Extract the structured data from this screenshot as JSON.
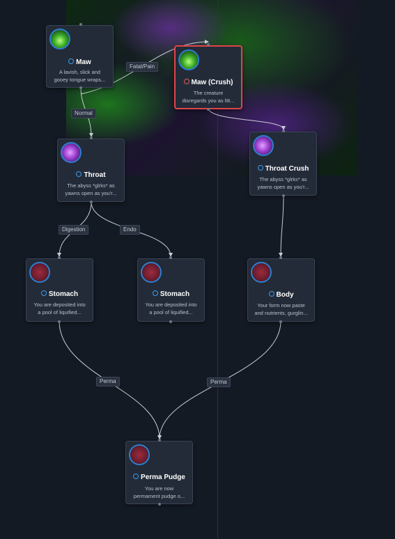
{
  "nodes": {
    "maw": {
      "title": "Maw",
      "desc_line1": "A lavish, slick and",
      "desc_line2": "gooey tongue wraps..."
    },
    "maw_crush": {
      "title": "Maw (Crush)",
      "desc_line1": "The creature",
      "desc_line2": "disregards you as litt..."
    },
    "throat": {
      "title": "Throat",
      "desc_line1": "The abyss *glrks* as",
      "desc_line2": "yawns open as you'r..."
    },
    "throat_crush": {
      "title": "Throat Crush",
      "desc_line1": "The abyss *glrks* as",
      "desc_line2": "yawns open as you'r..."
    },
    "stomach_digest": {
      "title": "Stomach",
      "desc_line1": "You are deposited into",
      "desc_line2": "a pool of liquified..."
    },
    "stomach_endo": {
      "title": "Stomach",
      "desc_line1": "You are deposited into",
      "desc_line2": "a pool of liquified..."
    },
    "body": {
      "title": "Body",
      "desc_line1": "Your form now paste",
      "desc_line2": "and nutrients, gurglin..."
    },
    "perma_pudge": {
      "title": "Perma Pudge",
      "desc_line1": "You are now",
      "desc_line2": "permament pudge o..."
    }
  },
  "edges": {
    "fatal_pain": "Fatal/Pain",
    "normal": "Normal",
    "digestion": "Digestion",
    "endo": "Endo",
    "perma_left": "Perma",
    "perma_right": "Perma"
  },
  "colors": {
    "canvas": "#141a24",
    "node_bg": "#232b38",
    "selected_border": "#e0454a",
    "status_ring": "#3b9bf0",
    "edge": "#c9ced6"
  },
  "icons": {
    "status": "circle-outline-icon",
    "selected_status": "crush-icon"
  }
}
